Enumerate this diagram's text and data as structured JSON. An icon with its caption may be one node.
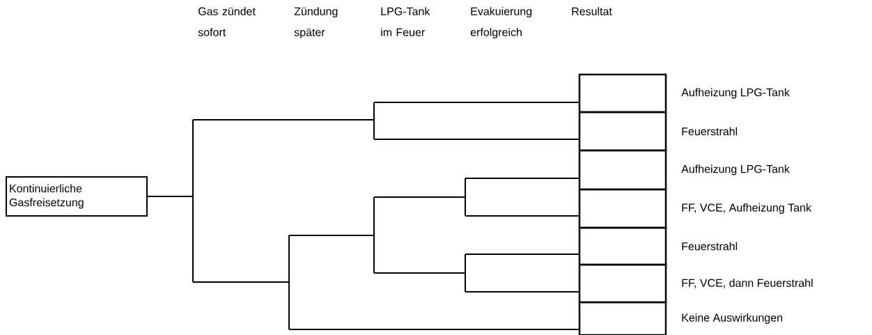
{
  "diagram": {
    "nodes": [
      {
        "text": [
          "Kontinuierliche Gasfreisetzung"
        ]
      },
      {
        "text": [],
        "shape": "box",
        "beside": [
          "Aufheizung LPG-Tank"
        ]
      },
      {
        "text": [],
        "shape": "box",
        "beside": [
          "Feuerstrahl"
        ]
      },
      {
        "text": [],
        "shape": "box",
        "beside": [
          "Aufheizung LPG-Tank"
        ]
      },
      {
        "text": [],
        "shape": "box",
        "beside": [
          "FF, VCE, Aufheizung Tank"
        ]
      },
      {
        "text": [],
        "shape": "box",
        "beside": [
          "Feuerstrahl"
        ]
      },
      {
        "text": [],
        "shape": "box",
        "beside": [
          "FF, VCE, dann Feuerstrahl"
        ]
      },
      {
        "text": [],
        "shape": "box",
        "beside": [
          "Keine Auswirkungen"
        ]
      }
    ],
    "edges": [
      {
        "from": 0,
        "to": 1,
        "arrow": "none"
      },
      {
        "from": 0,
        "to": 2,
        "arrow": "none"
      },
      {
        "from": 0,
        "to": 3,
        "arrow": "none"
      },
      {
        "from": 0,
        "to": 4,
        "arrow": "none"
      },
      {
        "from": 0,
        "to": 5,
        "arrow": "none"
      },
      {
        "from": 0,
        "to": 6,
        "arrow": "none"
      },
      {
        "from": 0,
        "to": 7,
        "arrow": "none"
      }
    ],
    "labels": [
      "Gas zündet sofort",
      "Zündung später",
      "LPG-Tank im Feuer",
      "Evakuierung erfolgreich",
      "Resultat"
    ]
  }
}
